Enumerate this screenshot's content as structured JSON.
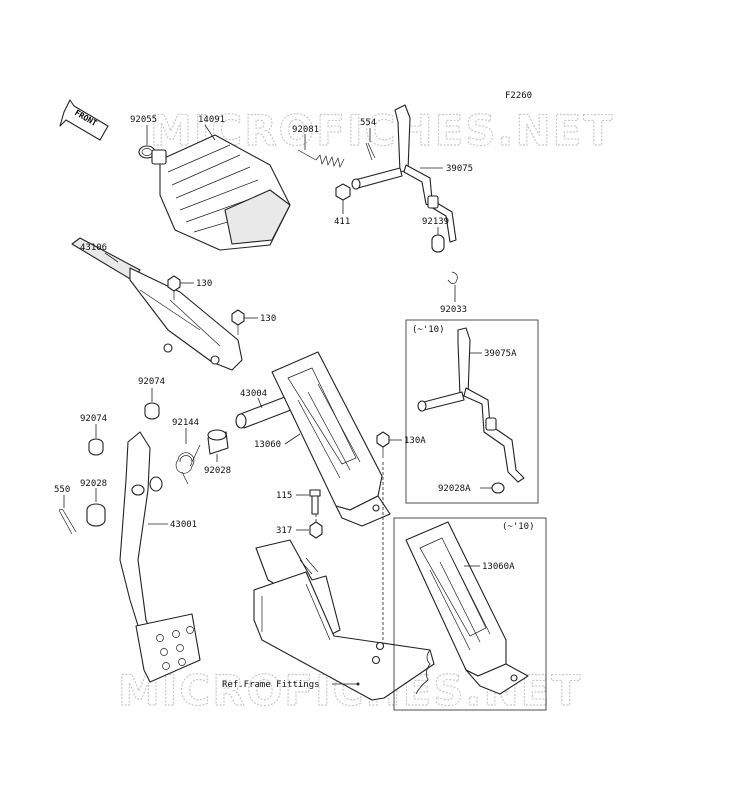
{
  "figure_code": "F2260",
  "watermark": "MICROFICHES.NET",
  "front_arrow_label": "FRONT",
  "callouts": {
    "p92055": "92055",
    "p14091": "14091",
    "p92081": "92081",
    "p554": "554",
    "p39075": "39075",
    "p411": "411",
    "p92139": "92139",
    "p92033": "92033",
    "p43106": "43106",
    "p130a": "130",
    "p130b": "130",
    "p39075A": "39075A",
    "p92074a": "92074",
    "p92144": "92144",
    "p43004": "43004",
    "p92074b": "92074",
    "p13060": "13060",
    "p130A": "130A",
    "p92028": "92028",
    "p550": "550",
    "p92028b": "92028",
    "p115": "115",
    "p92028A": "92028A",
    "p43001": "43001",
    "p317": "317",
    "p13060A": "13060A",
    "ref_frame": "Ref.Frame Fittings"
  },
  "insets": {
    "upper_note": "(~'10)",
    "lower_note": "(~'10)"
  }
}
